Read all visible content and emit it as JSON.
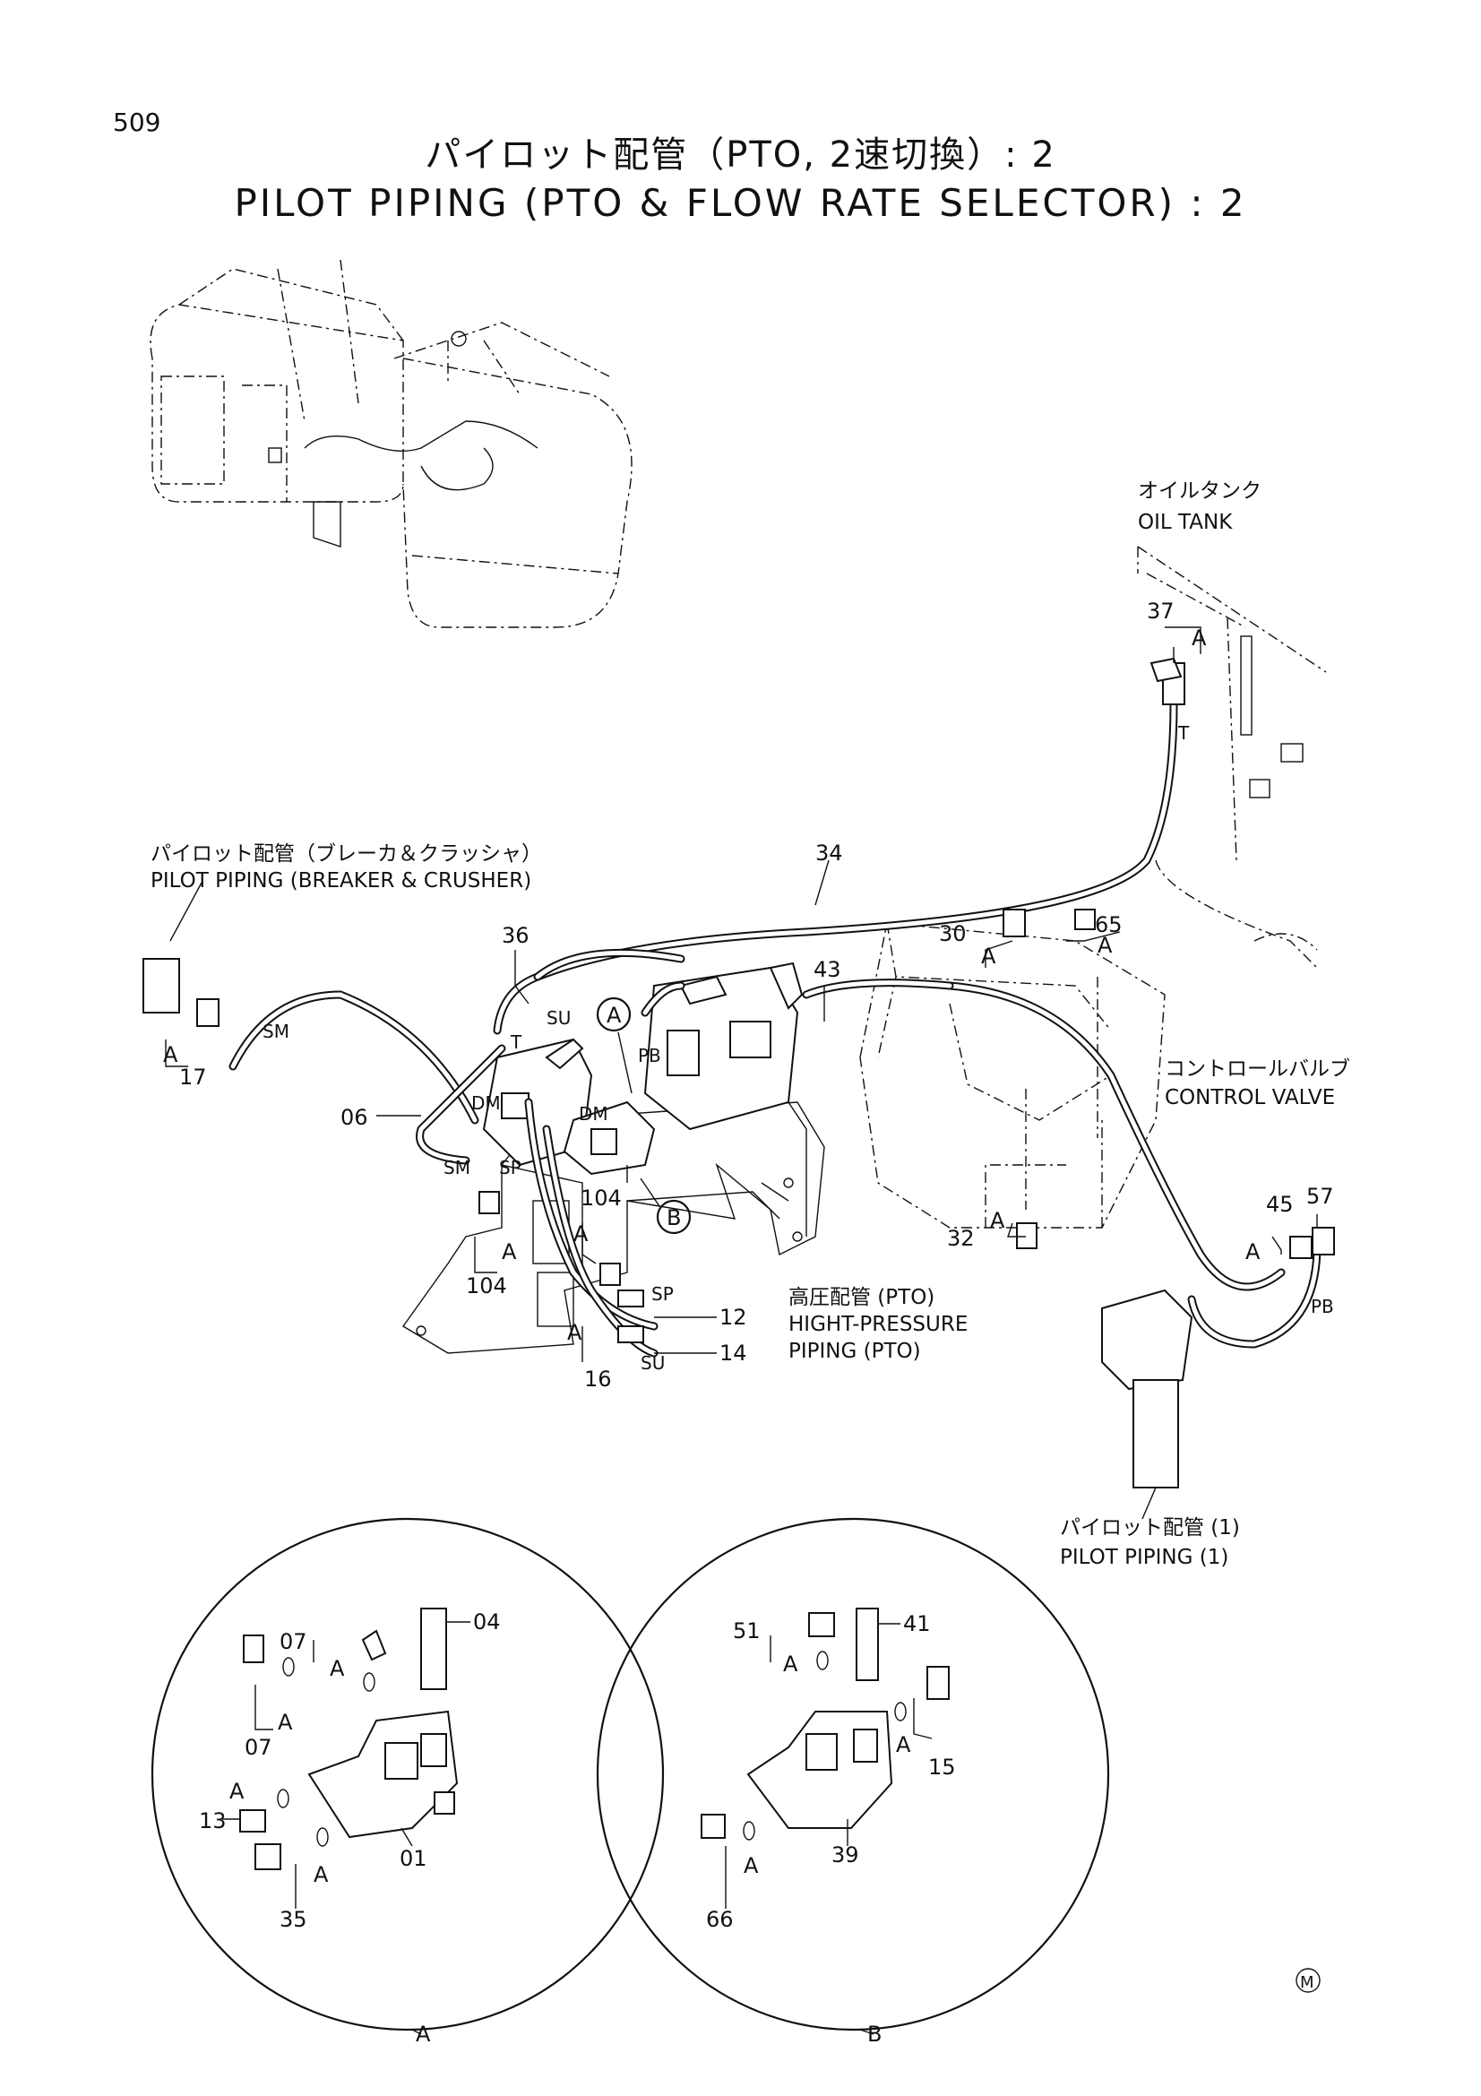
{
  "header": {
    "page_number": "509",
    "title_jp": "パイロット配管（PTO, 2速切換）: 2",
    "title_en": "PILOT PIPING (PTO & FLOW RATE SELECTOR) : 2"
  },
  "notes": {
    "oil_tank_jp": "オイルタンク",
    "oil_tank_en": "OIL TANK",
    "pilot_breaker_jp": "パイロット配管（ブレーカ＆クラッシャ）",
    "pilot_breaker_en": "PILOT PIPING (BREAKER & CRUSHER)",
    "control_valve_jp": "コントロールバルブ",
    "control_valve_en": "CONTROL VALVE",
    "hp_jp": "高圧配管 (PTO)",
    "hp_en1": "HIGHT-PRESSURE",
    "hp_en2": "PIPING (PTO)",
    "pilot1_jp": "パイロット配管 (1)",
    "pilot1_en": "PILOT PIPING (1)"
  },
  "callouts": {
    "p37": "37",
    "p34": "34",
    "p36": "36",
    "p30": "30",
    "p65": "65",
    "p43": "43",
    "p17": "17",
    "p06": "06",
    "p104a": "104",
    "p104b": "104",
    "p32": "32",
    "p45": "45",
    "p57": "57",
    "p12": "12",
    "p14": "14",
    "p16": "16",
    "dA_07a": "07",
    "dA_04": "04",
    "dA_07b": "07",
    "dA_13": "13",
    "dA_01": "01",
    "dA_35": "35",
    "dB_51": "51",
    "dB_41": "41",
    "dB_15": "15",
    "dB_39": "39",
    "dB_66": "66"
  },
  "port_labels": {
    "T_top": "T",
    "T_valve": "T",
    "SM_left": "SM",
    "SM_valve": "SM",
    "SU_top": "SU",
    "SU_bottom": "SU",
    "DM_left": "DM",
    "DM_right": "DM",
    "PB_valve": "PB",
    "PB_right": "PB",
    "SP_valve": "SP",
    "SP_bottom": "SP"
  },
  "markers": {
    "A_37": "A",
    "A_30": "A",
    "A_65": "A",
    "A_17": "A",
    "A_104": "A",
    "A_104b": "A",
    "A_16": "A",
    "A_32": "A",
    "A_45": "A",
    "A_d07": "A",
    "A_d07b": "A",
    "A_d13": "A",
    "A_d35": "A",
    "A_d51": "A",
    "A_d15": "A",
    "A_d66": "A",
    "circle_A": "A",
    "circle_B": "B",
    "detail_A": "A",
    "detail_B": "B"
  },
  "footer": {
    "mark": "M"
  }
}
